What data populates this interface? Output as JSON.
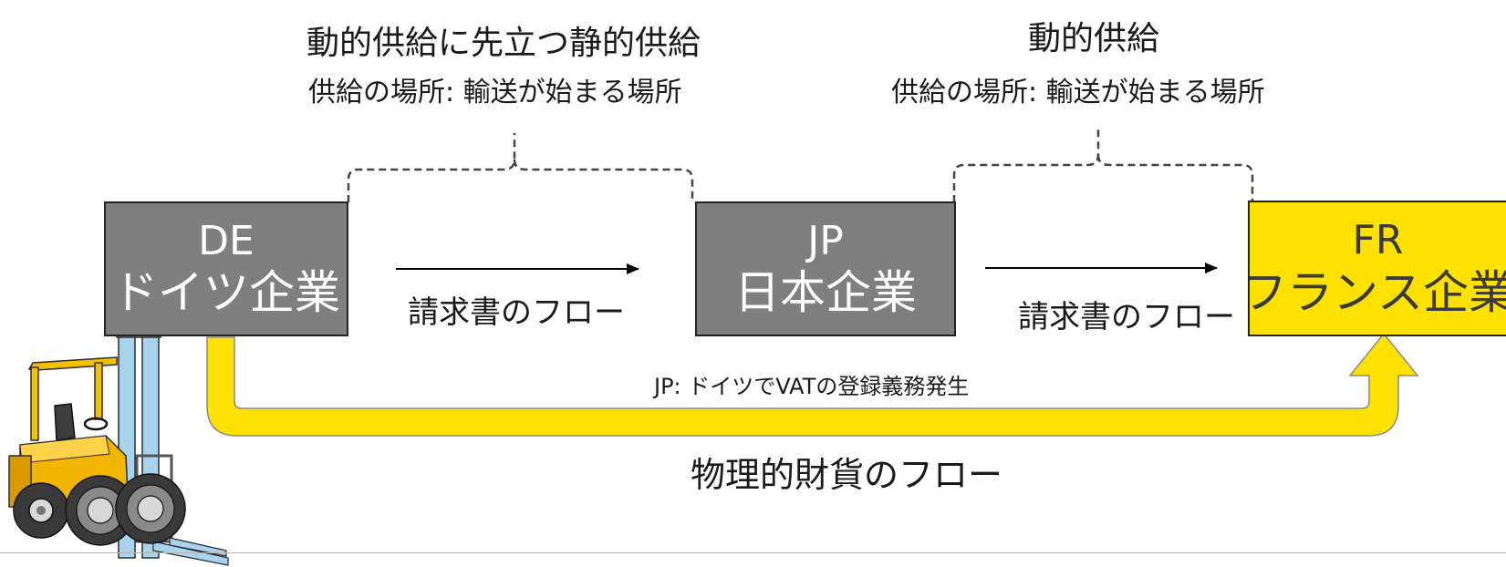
{
  "headings": {
    "static_supply_title": "動的供給に先立つ静的供給",
    "static_supply_place": "供給の場所: 輸送が始まる場所",
    "dynamic_supply_title": "動的供給",
    "dynamic_supply_place": "供給の場所: 輸送が始まる場所"
  },
  "companies": {
    "de": {
      "code": "DE",
      "name": "ドイツ企業"
    },
    "jp": {
      "code": "JP",
      "name": "日本企業"
    },
    "fr": {
      "code": "FR",
      "name": "フランス企業"
    }
  },
  "flows": {
    "invoice_flow_1": "請求書のフロー",
    "invoice_flow_2": "請求書のフロー",
    "vat_note": "JP: ドイツでVATの登録義務発生",
    "physical_flow": "物理的財貨のフロー"
  },
  "colors": {
    "gray_box": "#7f7f7f",
    "yellow_box": "#ffe100",
    "goods_arrow": "#ffe100"
  },
  "icons": {
    "forklift": "forklift-illustration"
  }
}
